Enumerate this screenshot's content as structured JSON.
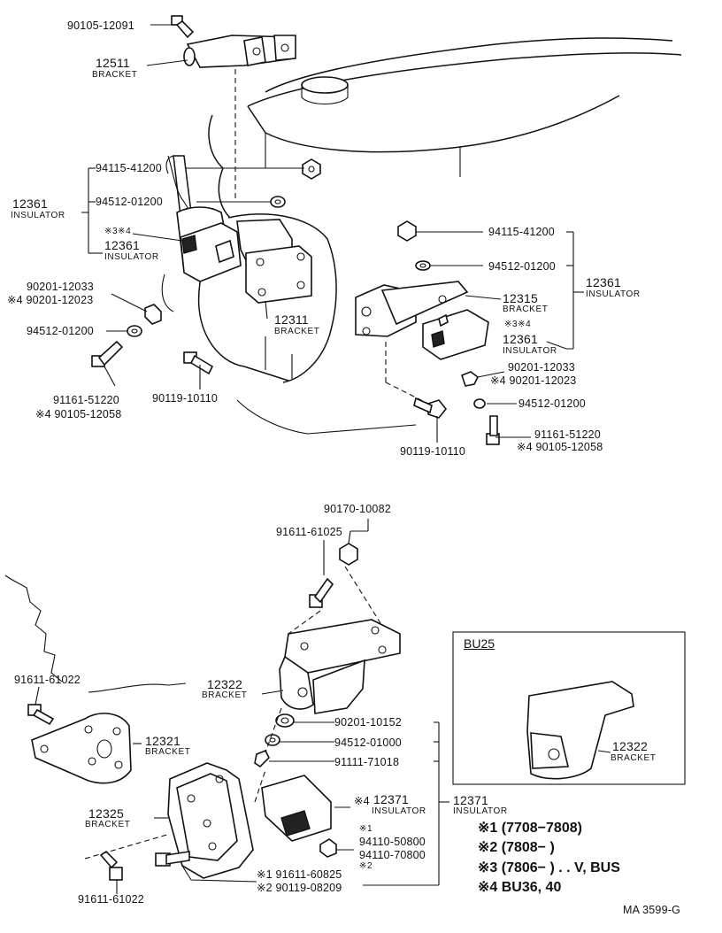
{
  "diagram": {
    "drawing_id": "MA 3599-G",
    "callouts": {
      "p90105_12091": "90105-12091",
      "p12511": "12511",
      "p12511_name": "BRACKET",
      "p94115_41200_a": "94115-41200",
      "p94512_01200_a": "94512-01200",
      "p12361_left": "12361",
      "p12361_left_name": "INSULATOR",
      "mark34_left": "※3※4",
      "p12361_left2": "12361",
      "p12361_left2_name": "INSULATOR",
      "p90201_12033_a": "90201-12033",
      "p90201_12023_a": "※4 90201-12023",
      "p94512_01200_b": "94512-01200",
      "p91161_51220_a": "91161-51220",
      "p90105_12058_a": "※4 90105-12058",
      "p90119_10110_a": "90119-10110",
      "p12311": "12311",
      "p12311_name": "BRACKET",
      "p94115_41200_b": "94115-41200",
      "p94512_01200_c": "94512-01200",
      "p12361_right": "12361",
      "p12361_right_name": "INSULATOR",
      "p12315": "12315",
      "p12315_name": "BRACKET",
      "mark34_right": "※3※4",
      "p12361_right2": "12361",
      "p12361_right2_name": "INSULATOR",
      "p90201_12033_b": "90201-12033",
      "p90201_12023_b": "※4 90201-12023",
      "p94512_01200_d": "94512-01200",
      "p91161_51220_b": "91161-51220",
      "p90105_12058_b": "※4 90105-12058",
      "p90119_10110_b": "90119-10110",
      "p90170_10082": "90170-10082",
      "p91611_61025": "91611-61025",
      "p91611_61022_a": "91611-61022",
      "p12322": "12322",
      "p12322_name": "BRACKET",
      "p12321": "12321",
      "p12321_name": "BRACKET",
      "p90201_10152": "90201-10152",
      "p94512_01000": "94512-01000",
      "p91111_71018": "91111-71018",
      "p12325": "12325",
      "p12325_name": "BRACKET",
      "mark4": "※4",
      "p12371_a": "12371",
      "p12371_a_name": "INSULATOR",
      "p12371_b": "12371",
      "p12371_b_name": "INSULATOR",
      "mark1": "※1",
      "p94110_50800": "94110-50800",
      "p94110_70800": "94110-70800",
      "mark2": "※2",
      "p91611_60825": "※1 91611-60825",
      "p90119_08209": "※2 90119-08209",
      "p91611_61022_b": "91611-61022",
      "inset_title": "BU25",
      "inset_12322": "12322",
      "inset_12322_name": "BRACKET"
    },
    "notes": {
      "n1": "※1 (7708−7808)",
      "n2": "※2 (7808−          )",
      "n3": "※3 (7806−          ) . . V, BUS",
      "n4": "※4 BU36, 40"
    }
  }
}
